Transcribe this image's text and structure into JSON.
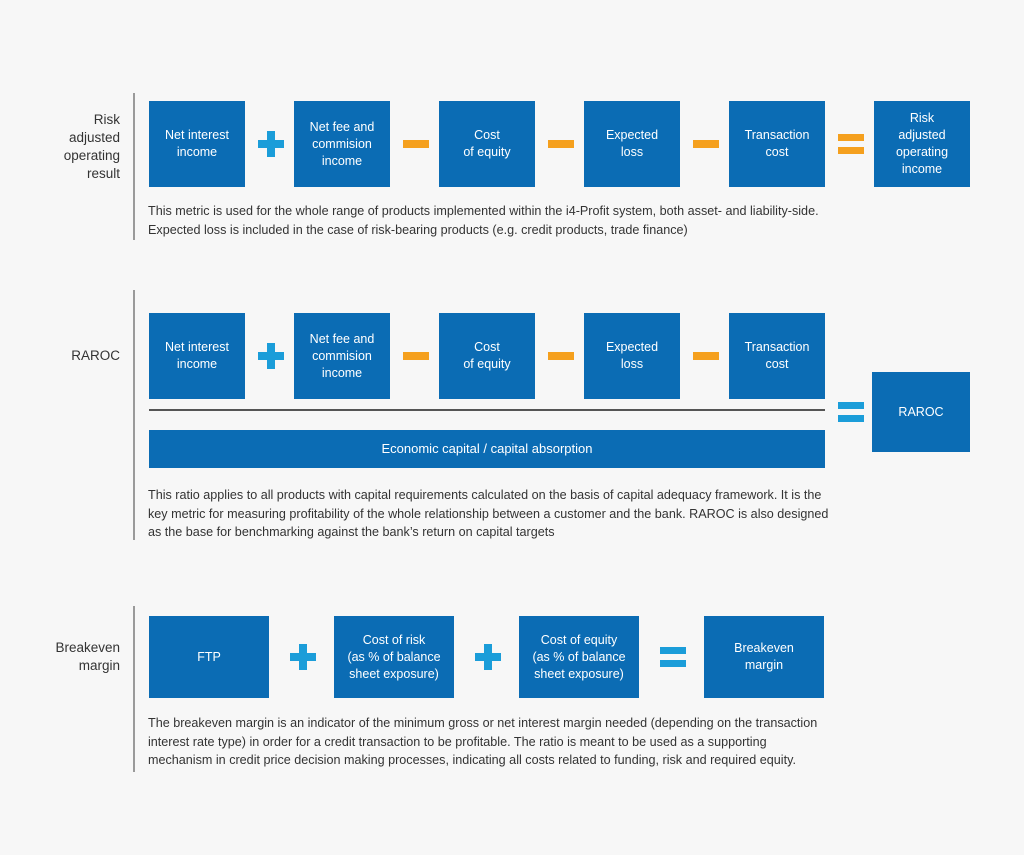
{
  "page": {
    "background": "#f7f7f7",
    "box_color": "#0b6cb4",
    "plus_color": "#1b9dd9",
    "minus_color": "#f5a01e",
    "equals_orange": "#f5a01e",
    "equals_blue": "#1b9dd9",
    "text_color": "#333333"
  },
  "sections": {
    "raor": {
      "label": "Risk\nadjusted\noperating\nresult",
      "boxes": {
        "net_interest_income": "Net interest\nincome",
        "net_fee_and_commision_income": "Net fee and\ncommision\nincome",
        "cost_of_equity": "Cost\nof equity",
        "expected_loss": "Expected\nloss",
        "transaction_cost": "Transaction\ncost",
        "result": "Risk\nadjusted\noperating\nincome"
      },
      "operators": {
        "op1": "plus",
        "op2": "minus",
        "op3": "minus",
        "op4": "minus",
        "op5": "equals"
      },
      "description": "This metric is used for the whole range of products implemented within the i4-Profit system,  both asset- and liability-side.\nExpected loss is included in the case of risk-bearing products (e.g. credit products, trade finance)"
    },
    "raroc": {
      "label": "RAROC",
      "boxes": {
        "net_interest_income": "Net interest\nincome",
        "net_fee_and_commision_income": "Net fee and\ncommision\nincome",
        "cost_of_equity": "Cost\nof equity",
        "expected_loss": "Expected\nloss",
        "transaction_cost": "Transaction\ncost",
        "denominator": "Economic capital / capital absorption",
        "result": "RAROC"
      },
      "operators": {
        "op1": "plus",
        "op2": "minus",
        "op3": "minus",
        "op4": "minus",
        "op5": "equals"
      },
      "description": "This ratio applies to all products with capital requirements calculated on the basis of capital  adequacy framework. It is the\nkey metric for measuring profitability of the whole relationship between a customer and the bank. RAROC is also designed\nas the base for benchmarking against the bank’s return on capital targets"
    },
    "breakeven": {
      "label": "Breakeven\nmargin",
      "boxes": {
        "ftp": "FTP",
        "cost_of_risk": "Cost of risk\n(as % of balance\nsheet exposure)",
        "cost_of_equity": "Cost of equity\n(as % of balance\nsheet exposure)",
        "result": "Breakeven\nmargin"
      },
      "operators": {
        "op1": "plus",
        "op2": "plus",
        "op3": "equals"
      },
      "description": "The breakeven margin is an indicator of the minimum gross or net interest margin needed (depending on the transaction\ninterest rate type) in order for a credit transaction to be profitable. The ratio is meant to be used as a supporting\nmechanism in credit price decision making processes, indicating all costs related to funding, risk and required equity."
    }
  }
}
